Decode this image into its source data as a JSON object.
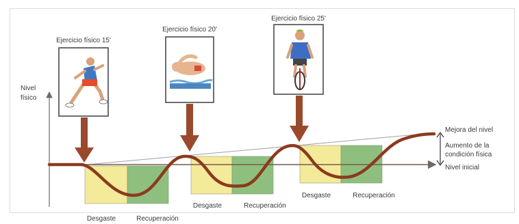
{
  "diagram": {
    "y_axis_label_line1": "Nivel",
    "y_axis_label_line2": "físico",
    "exercises": [
      {
        "label": "Ejercicio físico 15'",
        "activity": "running"
      },
      {
        "label": "Ejercicio físico 20'",
        "activity": "swimming"
      },
      {
        "label": "Ejercicio físico 25'",
        "activity": "cycling"
      }
    ],
    "phases": [
      {
        "desgaste": "Desgaste",
        "recuperacion": "Recuperación"
      },
      {
        "desgaste": "Desgaste",
        "recuperacion": "Recuperación"
      },
      {
        "desgaste": "Desgaste",
        "recuperacion": "Recuperación"
      }
    ],
    "right_labels": {
      "mejora": "Mejora del nivel",
      "aumento_line1": "Aumento de la",
      "aumento_line2": "condición física",
      "nivel_inicial": "Nivel inicial"
    },
    "colors": {
      "curve": "#8b3a1e",
      "arrow": "#9a4a2c",
      "desgaste_fill": "#f3ea9a",
      "recuperacion_fill": "#8fbf7e",
      "baseline": "#7a5a4a",
      "trend_line": "#9e9e9e"
    },
    "icons": [
      "running-figure-icon",
      "swimmer-icon",
      "cyclist-icon"
    ]
  }
}
